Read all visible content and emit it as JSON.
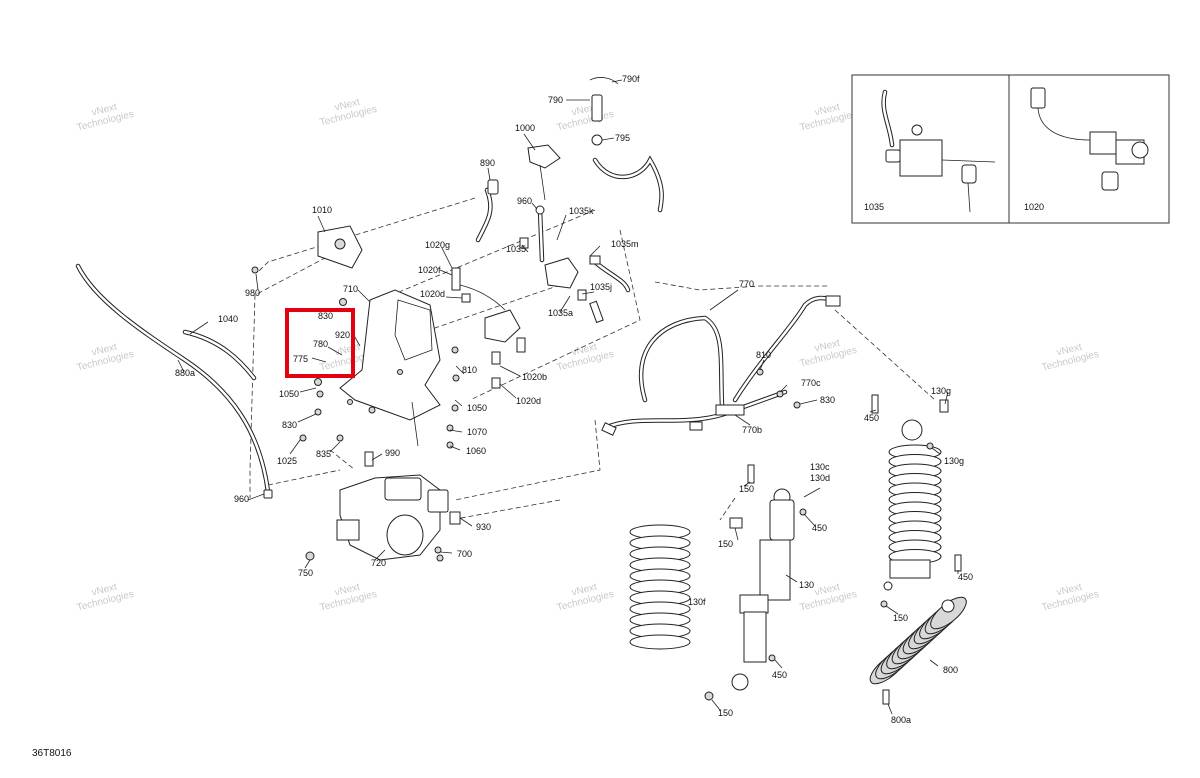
{
  "drawing": {
    "code": "36T8016",
    "highlight": {
      "color": "#e3000f"
    },
    "watermark": [
      "vNext",
      "Technologies"
    ]
  },
  "callouts": [
    "790f",
    "790",
    "795",
    "1000",
    "960",
    "1035k",
    "1035",
    "1035m",
    "1035j",
    "1035a",
    "890",
    "1010",
    "980",
    "1020g",
    "1020f",
    "1020d",
    "1020b",
    "1020d",
    "1040",
    "880a",
    "710",
    "830",
    "920",
    "780",
    "775",
    "810",
    "1050",
    "1050",
    "830",
    "1025",
    "835",
    "1070",
    "1060",
    "990",
    "960",
    "930",
    "700",
    "750",
    "720",
    "770",
    "810",
    "770c",
    "830",
    "770b",
    "130g",
    "450",
    "130g",
    "150",
    "130c",
    "130d",
    "450",
    "150",
    "130f",
    "130",
    "450",
    "150",
    "450",
    "150",
    "800",
    "800a",
    "1035",
    "1020"
  ]
}
